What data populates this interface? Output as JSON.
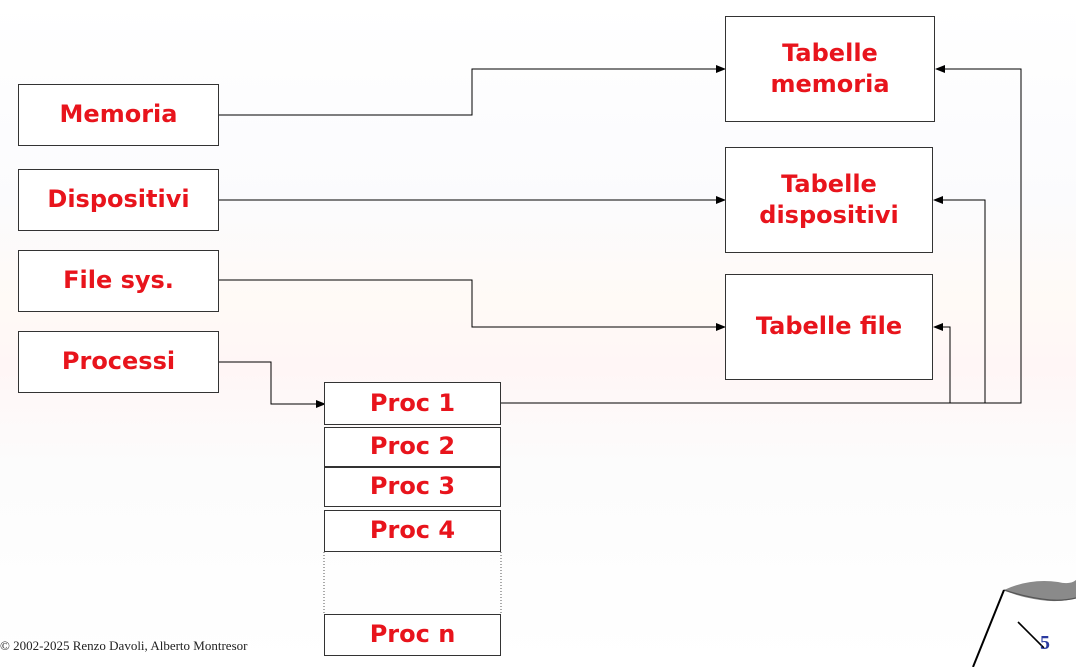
{
  "sources": {
    "memoria": "Memoria",
    "dispositivi": "Dispositivi",
    "filesys": "File sys.",
    "processi": "Processi"
  },
  "tables": {
    "memoria": [
      "Tabelle",
      "memoria"
    ],
    "dispositivi": [
      "Tabelle",
      "dispositivi"
    ],
    "file": "Tabelle file"
  },
  "procs": {
    "p1": "Proc 1",
    "p2": "Proc 2",
    "p3": "Proc 3",
    "p4": "Proc 4",
    "pn": "Proc n"
  },
  "footer": {
    "copyright": "© 2002-2025 Renzo Davoli, Alberto Montresor",
    "page": "5"
  },
  "colors": {
    "label": "#e8141c",
    "line": "#000000",
    "page_number": "#2a3aa0"
  }
}
